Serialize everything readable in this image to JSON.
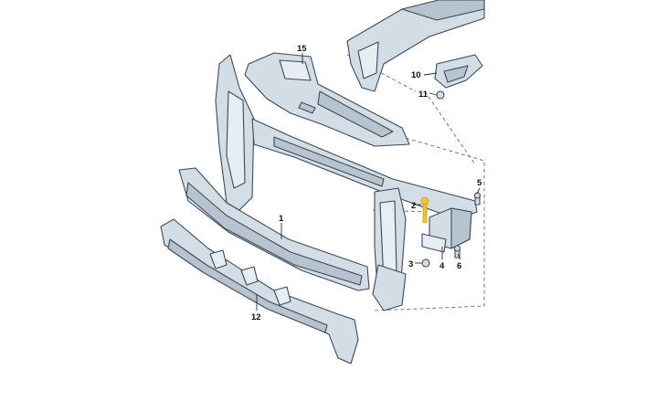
{
  "callouts": [
    {
      "id": "1",
      "label": "1"
    },
    {
      "id": "2",
      "label": "2"
    },
    {
      "id": "3",
      "label": "3"
    },
    {
      "id": "4",
      "label": "4"
    },
    {
      "id": "5",
      "label": "5"
    },
    {
      "id": "6",
      "label": "6"
    },
    {
      "id": "10",
      "label": "10"
    },
    {
      "id": "11",
      "label": "11"
    },
    {
      "id": "12",
      "label": "12"
    },
    {
      "id": "15",
      "label": "15"
    }
  ],
  "colors": {
    "part_fill": "#d3dde6",
    "part_stroke": "#3c4a57",
    "highlight": "#f5c32c"
  }
}
